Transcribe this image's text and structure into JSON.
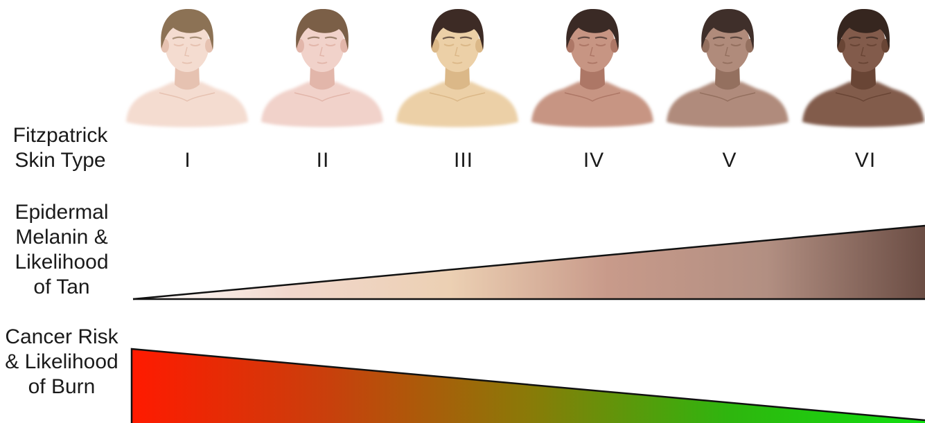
{
  "rows": {
    "skin_type": "Fitzpatrick Skin Type",
    "melanin_tan": "Epidermal Melanin & Likelihood of Tan",
    "cancer_burn": "Cancer Risk & Likelihood of Burn"
  },
  "types": [
    {
      "numeral": "I",
      "skin": "#f4dcd0",
      "skin_shade": "#e6c2b1",
      "hair": "#8c7255"
    },
    {
      "numeral": "II",
      "skin": "#f1d2ca",
      "skin_shade": "#e2b6aa",
      "hair": "#7b5f47"
    },
    {
      "numeral": "III",
      "skin": "#ecd0a7",
      "skin_shade": "#dbb888",
      "hair": "#3d2b25"
    },
    {
      "numeral": "IV",
      "skin": "#c79583",
      "skin_shade": "#ad7766",
      "hair": "#3a2a25"
    },
    {
      "numeral": "V",
      "skin": "#b08b7b",
      "skin_shade": "#94705f",
      "hair": "#3f2f2a"
    },
    {
      "numeral": "VI",
      "skin": "#825b4b",
      "skin_shade": "#694535",
      "hair": "#36261f"
    }
  ],
  "colors": {
    "tan_gradient": [
      "#ffffff",
      "#f1d7cc",
      "#ecd0b3",
      "#c89a8a",
      "#b28f82",
      "#6b4d44"
    ],
    "burn_gradient": [
      "#ff1a00",
      "#c8400c",
      "#8a7a08",
      "#2fb50e",
      "#10e010"
    ],
    "outline": "#111111"
  }
}
